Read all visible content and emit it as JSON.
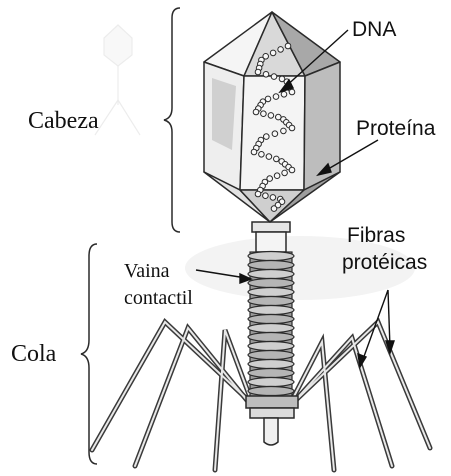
{
  "labels": {
    "cabeza": "Cabeza",
    "cola": "Cola",
    "dna": "DNA",
    "proteina": "Proteína",
    "fibras_line1": "Fibras",
    "fibras_line2": "protéicas",
    "vaina_line1": "Vaina",
    "vaina_line2": "contactil"
  },
  "colors": {
    "line": "#2a2a2a",
    "capsid_light": "#f2f2f2",
    "capsid_mid": "#cfcfcf",
    "capsid_dark": "#9a9a9a",
    "sheath": "#8a8a8a",
    "shadow": "#eeeeee"
  }
}
